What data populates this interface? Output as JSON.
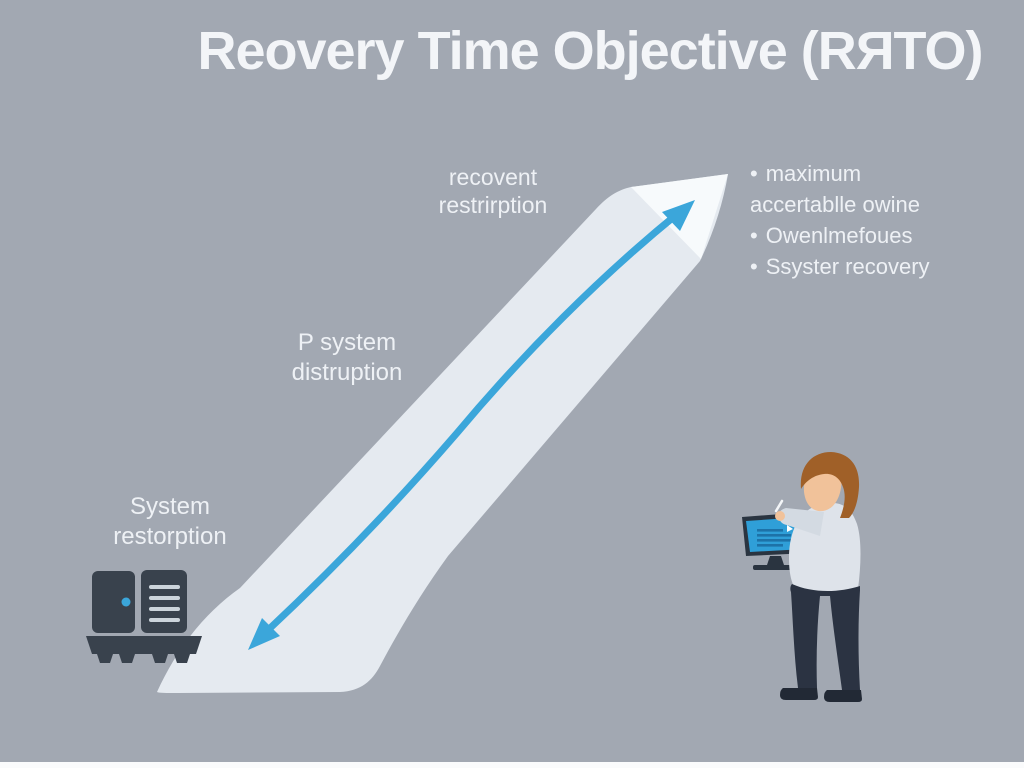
{
  "title": "Reovery Time Objective (RЯTO)",
  "diagram": {
    "labels": {
      "recovery_restriction": "recovent\nrestrirption",
      "system_disruption": "P system\ndistruption",
      "system_restoration": "System\nrestorption"
    },
    "bullets": {
      "marker": "•",
      "items": [
        {
          "text": "maximum accertablle owine"
        },
        {
          "text": "Owenlmefoues"
        },
        {
          "text": "Ssyster recovery"
        }
      ]
    },
    "icons": {
      "band": "timeline-band",
      "arrow": "double-headed-arrow-icon",
      "server": "server-icon",
      "monitor": "monitor-icon",
      "person": "person-figure"
    },
    "colors": {
      "background": "#a2a8b2",
      "band": "#e5eaf0",
      "band_tip": "#f7fafc",
      "arrow": "#3ba6da",
      "dark": "#39424d",
      "screen_blue": "#2f9fd8",
      "screen_text": "#1d72a8",
      "text": "#eef1f5",
      "hair": "#a06028",
      "skin": "#f1c29a",
      "shirt": "#dee3ea",
      "pants": "#2b3342",
      "shoes": "#222935"
    }
  }
}
